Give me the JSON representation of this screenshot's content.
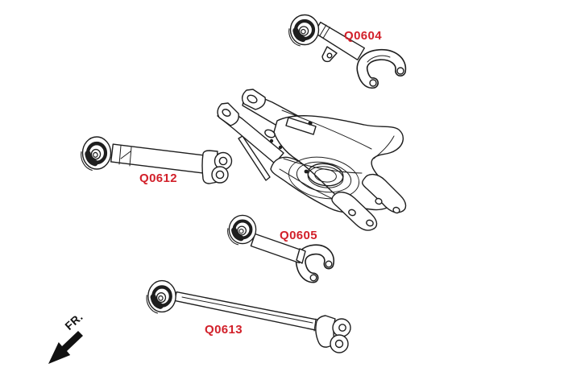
{
  "diagram": {
    "parts": [
      {
        "id": "q0604",
        "label": "Q0604"
      },
      {
        "id": "q0612",
        "label": "Q0612"
      },
      {
        "id": "q0605",
        "label": "Q0605"
      },
      {
        "id": "q0613",
        "label": "Q0613"
      }
    ],
    "direction_indicator": {
      "label": "FR.",
      "icon": "arrow-down-left"
    },
    "colors": {
      "label_color": "#d2202a",
      "line_color": "#1e1e1e",
      "arrow_color": "#111111",
      "background_color": "#ffffff"
    }
  }
}
